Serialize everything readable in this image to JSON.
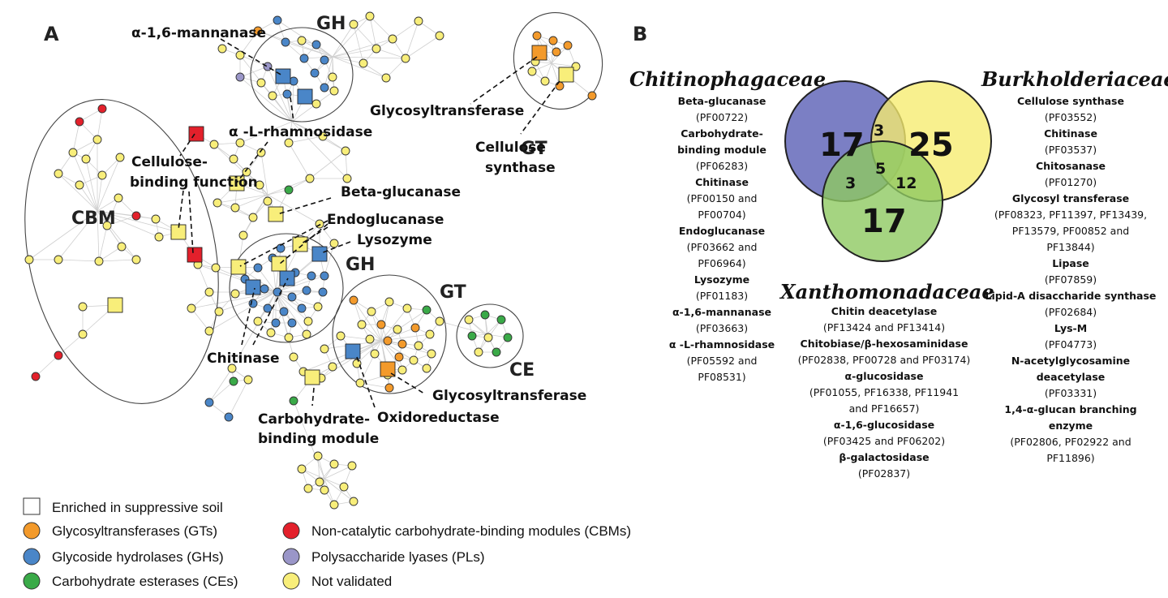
{
  "panel_a": {
    "label": "A",
    "clusters": [
      "GH",
      "GH",
      "GT",
      "GT",
      "CBM",
      "CE"
    ],
    "annotations": [
      "α-1,6-mannanase",
      "α -L-rhamnosidase",
      "Cellulose-",
      "binding function",
      "Beta-glucanase",
      "Endoglucanase",
      "Lysozyme",
      "Chitinase",
      "Carbohydrate-",
      "binding module",
      "Oxidoreductase",
      "Glycosyltransferase",
      "Glycosyltransferase",
      "Cellulose",
      "synthase"
    ],
    "legend": [
      {
        "label": "Enriched in suppressive soil",
        "shape": "square",
        "color": "#ffffff"
      },
      {
        "label": "Glycosyltransferases (GTs)",
        "shape": "circle",
        "color": "#f39a2b"
      },
      {
        "label": "Glycoside hydrolases (GHs)",
        "shape": "circle",
        "color": "#4a86c8"
      },
      {
        "label": "Carbohydrate esterases (CEs)",
        "shape": "circle",
        "color": "#3aaa48"
      },
      {
        "label": "Non-catalytic carbohydrate-binding modules (CBMs)",
        "shape": "circle",
        "color": "#e3202b"
      },
      {
        "label": "Polysaccharide lyases (PLs)",
        "shape": "circle",
        "color": "#9a96c8"
      },
      {
        "label": "Not validated",
        "shape": "circle",
        "color": "#f8ee7a"
      }
    ],
    "colors": {
      "gt": "#f39a2b",
      "gh": "#4a86c8",
      "ce": "#3aaa48",
      "cbm": "#e3202b",
      "pl": "#9a96c8",
      "nv": "#f8ee7a"
    }
  },
  "panel_b": {
    "label": "B",
    "families": [
      "Chitinophagaceae",
      "Burkholderiaceae",
      "Xanthomonadaceae"
    ],
    "venn": {
      "chit_only": "17",
      "burk_only": "25",
      "xan_only": "17",
      "chit_burk": "3",
      "chit_xan": "3",
      "burk_xan": "12",
      "all": "5"
    },
    "venn_colors": {
      "chit": "#7b7fc4",
      "burk": "#f6ec6e",
      "xan": "#8ec962"
    },
    "lists": {
      "chit": [
        {
          "h": "Beta-glucanase",
          "p": "(PF00722)"
        },
        {
          "h": "Carbohydrate-",
          "h2": "binding module",
          "p": "(PF06283)"
        },
        {
          "h": "Chitinase",
          "p": "(PF00150 and",
          "p2": "PF00704)"
        },
        {
          "h": "Endoglucanase",
          "p": "(PF03662 and",
          "p2": "PF06964)"
        },
        {
          "h": "Lysozyme",
          "p": "(PF01183)"
        },
        {
          "h": "α-1,6-mannanase",
          "p": "(PF03663)"
        },
        {
          "h": "α -L-rhamnosidase",
          "p": "(PF05592 and",
          "p2": "PF08531)"
        }
      ],
      "burk": [
        {
          "h": "Cellulose synthase",
          "p": "(PF03552)"
        },
        {
          "h": "Chitinase",
          "p": "(PF03537)"
        },
        {
          "h": "Chitosanase",
          "p": "(PF01270)"
        },
        {
          "h": "Glycosyl transferase",
          "p": "(PF08323, PF11397, PF13439,",
          "p2": "PF13579, PF00852 and",
          "p3": "PF13844)"
        },
        {
          "h": "Lipase",
          "p": "(PF07859)"
        },
        {
          "h": "Lipid-A disaccharide synthase",
          "p": "(PF02684)"
        },
        {
          "h": "Lys-M",
          "p": "(PF04773)"
        },
        {
          "h": "N-acetylglycosamine",
          "h2": "deacetylase",
          "p": "(PF03331)"
        },
        {
          "h": "1,4-α-glucan branching",
          "h2": "enzyme",
          "p": "(PF02806, PF02922 and",
          "p2": "PF11896)"
        }
      ],
      "xan": [
        {
          "h": "Chitin deacetylase",
          "p": "(PF13424 and PF13414)"
        },
        {
          "h": "Chitobiase/β-hexosaminidase",
          "p": "(PF02838, PF00728 and PF03174)"
        },
        {
          "h": "α-glucosidase",
          "p": "(PF01055, PF16338, PF11941",
          "p2": "and PF16657)"
        },
        {
          "h": "α-1,6-glucosidase",
          "p": "(PF03425 and PF06202)"
        },
        {
          "h": "β-galactosidase",
          "p": "(PF02837)"
        }
      ]
    }
  }
}
